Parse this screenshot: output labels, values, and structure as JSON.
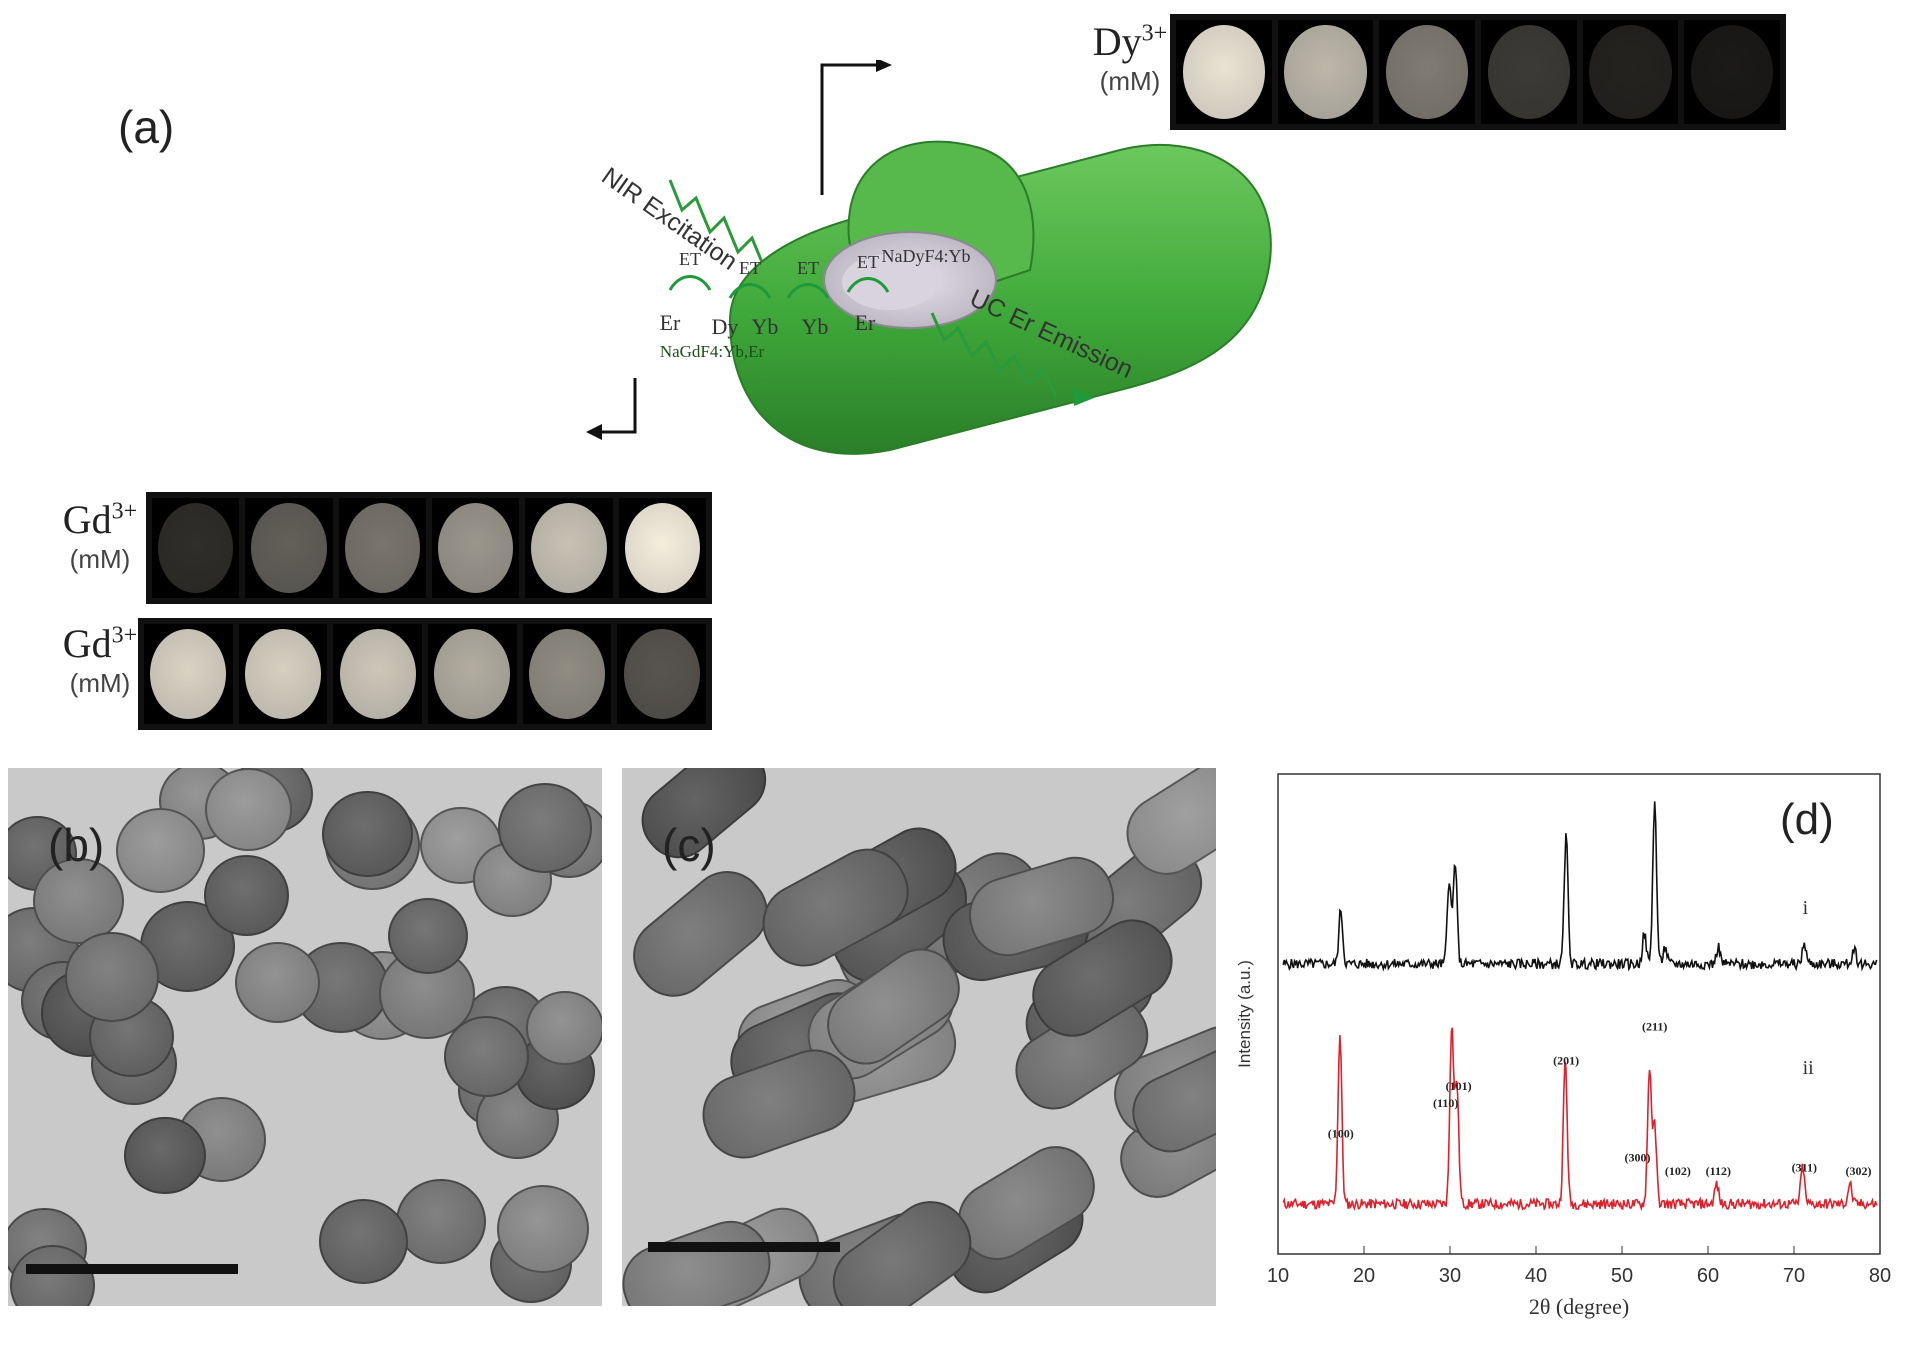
{
  "panel_a": {
    "label": "(a)",
    "nir_excitation": "NIR Excitation",
    "uc_emission": "UC Er Emission",
    "core_label": "NaDyF4:Yb",
    "shell_label": "NaGdF4:Yb,Er",
    "energy_transfer": [
      "ET",
      "ET",
      "ET",
      "ET"
    ],
    "ions": [
      "Er",
      "Dy",
      "Yb",
      "Yb",
      "Er"
    ],
    "dy_strip": {
      "ion": "Dy",
      "charge": "3+",
      "unit": "(mM)",
      "brightness": [
        0.95,
        0.75,
        0.48,
        0.18,
        0.07,
        0.03
      ]
    },
    "gd_strip_t1": {
      "ion": "Gd",
      "charge": "3+",
      "unit": "(mM)",
      "brightness": [
        0.12,
        0.35,
        0.45,
        0.6,
        0.8,
        1.0
      ]
    },
    "gd_strip_t2": {
      "ion": "Gd",
      "charge": "3+",
      "unit": "(mM)",
      "brightness": [
        0.88,
        0.86,
        0.82,
        0.7,
        0.55,
        0.3
      ]
    },
    "colors": {
      "shell": "#3fa83a",
      "shell_dark": "#2a7e28",
      "core": "#c9c4cf",
      "arrow": "#1e9a3a"
    }
  },
  "panel_b": {
    "label": "(b)"
  },
  "panel_c": {
    "label": "(c)"
  },
  "panel_d": {
    "label": "(d)"
  },
  "chart_data": {
    "type": "line",
    "xlabel": "2θ (degree)",
    "ylabel": "Intensity (a.u.)",
    "xlim": [
      10,
      80
    ],
    "xticks": [
      10,
      20,
      30,
      40,
      50,
      60,
      70,
      80
    ],
    "series": [
      {
        "name": "ii",
        "color": "#e0202a",
        "baseline": 1.0,
        "peaks": [
          [
            17.2,
            1.0
          ],
          [
            30.2,
            1.05
          ],
          [
            30.8,
            0.7
          ],
          [
            43.4,
            0.85
          ],
          [
            53.2,
            0.8
          ],
          [
            53.8,
            0.45
          ],
          [
            61.0,
            0.12
          ],
          [
            71.0,
            0.22
          ],
          [
            76.5,
            0.12
          ]
        ]
      },
      {
        "name": "i",
        "color": "#111111",
        "baseline": 0.0,
        "peaks": [
          [
            17.3,
            0.32
          ],
          [
            29.9,
            0.5
          ],
          [
            30.6,
            0.6
          ],
          [
            43.5,
            0.75
          ],
          [
            52.6,
            0.18
          ],
          [
            53.8,
            0.95
          ],
          [
            55.0,
            0.1
          ],
          [
            61.2,
            0.1
          ],
          [
            71.2,
            0.12
          ],
          [
            77.0,
            0.1
          ]
        ]
      }
    ],
    "annotations": [
      {
        "text": "(100)",
        "x": 17.3
      },
      {
        "text": "(110)",
        "x": 29.5
      },
      {
        "text": "(101)",
        "x": 31.0
      },
      {
        "text": "(201)",
        "x": 43.5
      },
      {
        "text": "(211)",
        "x": 53.8
      },
      {
        "text": "(300)",
        "x": 51.8
      },
      {
        "text": "(102)",
        "x": 56.5
      },
      {
        "text": "(112)",
        "x": 61.2
      },
      {
        "text": "(311)",
        "x": 71.2
      },
      {
        "text": "(302)",
        "x": 77.5
      }
    ]
  }
}
